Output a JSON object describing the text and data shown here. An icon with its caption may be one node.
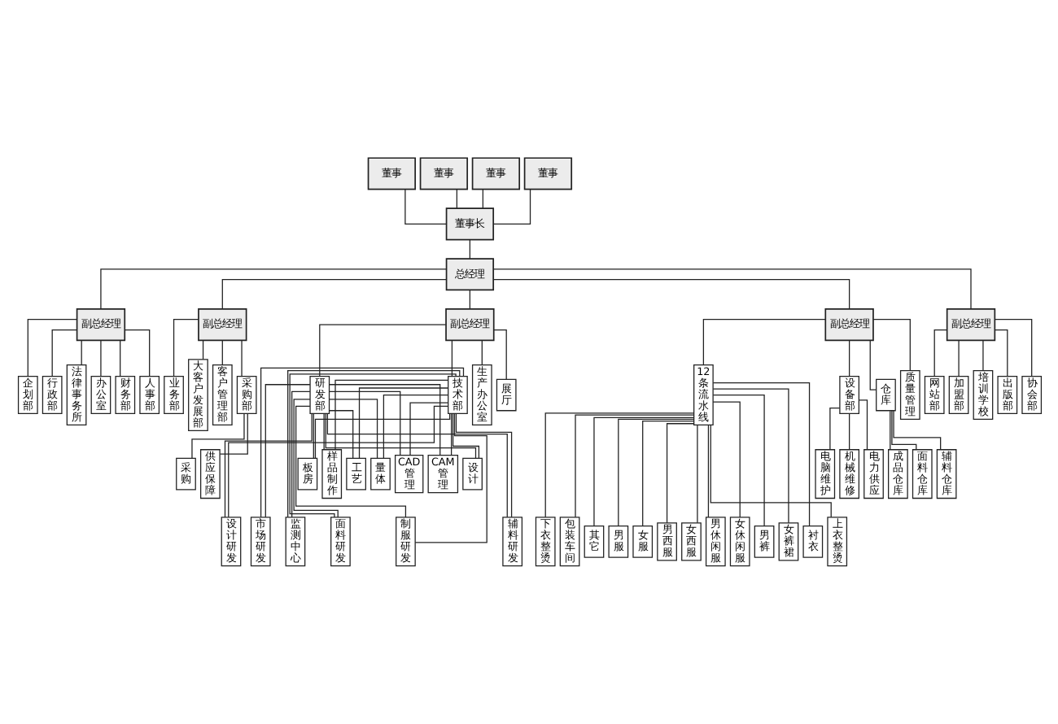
{
  "diagram": {
    "nodes": [
      {
        "text": [
          "董事"
        ]
      },
      {
        "text": [
          "董事"
        ]
      },
      {
        "text": [
          "董事"
        ]
      },
      {
        "text": [
          "董事"
        ]
      },
      {
        "text": [
          "董事长"
        ]
      },
      {
        "text": [
          "总经理"
        ]
      },
      {
        "text": [
          "副总经理"
        ]
      },
      {
        "text": [
          "副总经理"
        ]
      },
      {
        "text": [
          "副总经理"
        ]
      },
      {
        "text": [
          "副总经理"
        ]
      },
      {
        "text": [
          "副总经理"
        ]
      },
      {
        "text": [
          "办公室"
        ]
      },
      {
        "text": [
          "财务部"
        ]
      },
      {
        "text": [
          "人事部"
        ]
      },
      {
        "text": [
          "企划部"
        ]
      },
      {
        "text": [
          "行政部"
        ]
      },
      {
        "text": [
          "法律事务所"
        ]
      },
      {
        "text": [
          "采购部"
        ]
      },
      {
        "text": [
          "业务部"
        ]
      },
      {
        "text": [
          "大客户发展部"
        ]
      },
      {
        "text": [
          "客户管理部"
        ]
      },
      {
        "text": [
          "展厅"
        ]
      },
      {
        "text": [
          "技术部"
        ]
      },
      {
        "text": [
          "研发部"
        ]
      },
      {
        "text": [
          "生产办公室"
        ]
      },
      {
        "text": [
          "质量管理"
        ]
      },
      {
        "text": [
          "12条流水线"
        ]
      },
      {
        "text": [
          "设备部"
        ]
      },
      {
        "text": [
          "仓库"
        ]
      },
      {
        "text": [
          "加盟部"
        ]
      },
      {
        "text": [
          "培训学校"
        ]
      },
      {
        "text": [
          "出版部"
        ]
      },
      {
        "text": [
          "协会部"
        ]
      },
      {
        "text": [
          "网站部"
        ]
      },
      {
        "text": [
          "采购"
        ]
      },
      {
        "text": [
          "供应保障"
        ]
      },
      {
        "text": [
          "设计"
        ]
      },
      {
        "text": [
          "板房"
        ]
      },
      {
        "text": [
          "样品制作"
        ]
      },
      {
        "text": [
          "工艺"
        ]
      },
      {
        "text": [
          "量体"
        ]
      },
      {
        "text": [
          "CAD管理"
        ]
      },
      {
        "text": [
          "CAM管理"
        ]
      },
      {
        "text": [
          "机械维修"
        ]
      },
      {
        "text": [
          "电力供应"
        ]
      },
      {
        "text": [
          "电脑维护"
        ]
      },
      {
        "text": [
          "面料仓库"
        ]
      },
      {
        "text": [
          "辅料仓库"
        ]
      },
      {
        "text": [
          "成品仓库"
        ]
      },
      {
        "text": [
          "面料研发"
        ]
      },
      {
        "text": [
          "辅料研发"
        ]
      },
      {
        "text": [
          "设计研发"
        ]
      },
      {
        "text": [
          "制服研发"
        ]
      },
      {
        "text": [
          "市场研发"
        ]
      },
      {
        "text": [
          "监测中心"
        ]
      },
      {
        "text": [
          "男服"
        ]
      },
      {
        "text": [
          "女服"
        ]
      },
      {
        "text": [
          "男西服"
        ]
      },
      {
        "text": [
          "女西服"
        ]
      },
      {
        "text": [
          "男休闲服"
        ]
      },
      {
        "text": [
          "女休闲服"
        ]
      },
      {
        "text": [
          "男裤"
        ]
      },
      {
        "text": [
          "女裤裙"
        ]
      },
      {
        "text": [
          "衬衣"
        ]
      },
      {
        "text": [
          "上衣整烫"
        ]
      },
      {
        "text": [
          "下衣整烫"
        ]
      },
      {
        "text": [
          "包装车间"
        ]
      },
      {
        "text": [
          "其它"
        ]
      }
    ],
    "edges": [
      {
        "from": 0,
        "to": 4,
        "arrow": "none"
      },
      {
        "from": 1,
        "to": 4,
        "arrow": "none"
      },
      {
        "from": 2,
        "to": 4,
        "arrow": "none"
      },
      {
        "from": 3,
        "to": 4,
        "arrow": "none"
      },
      {
        "from": 4,
        "to": 5,
        "arrow": "none"
      },
      {
        "from": 5,
        "to": 6,
        "arrow": "none"
      },
      {
        "from": 5,
        "to": 7,
        "arrow": "none"
      },
      {
        "from": 5,
        "to": 8,
        "arrow": "none"
      },
      {
        "from": 5,
        "to": 9,
        "arrow": "none"
      },
      {
        "from": 5,
        "to": 10,
        "arrow": "none"
      },
      {
        "from": 6,
        "to": 11,
        "arrow": "none"
      },
      {
        "from": 6,
        "to": 12,
        "arrow": "none"
      },
      {
        "from": 6,
        "to": 13,
        "arrow": "none"
      },
      {
        "from": 6,
        "to": 14,
        "arrow": "none"
      },
      {
        "from": 6,
        "to": 15,
        "arrow": "none"
      },
      {
        "from": 6,
        "to": 16,
        "arrow": "none"
      },
      {
        "from": 7,
        "to": 17,
        "arrow": "none"
      },
      {
        "from": 7,
        "to": 18,
        "arrow": "none"
      },
      {
        "from": 7,
        "to": 19,
        "arrow": "none"
      },
      {
        "from": 7,
        "to": 20,
        "arrow": "none"
      },
      {
        "from": 8,
        "to": 21,
        "arrow": "none"
      },
      {
        "from": 8,
        "to": 22,
        "arrow": "none"
      },
      {
        "from": 8,
        "to": 23,
        "arrow": "none"
      },
      {
        "from": 8,
        "to": 24,
        "arrow": "none"
      },
      {
        "from": 9,
        "to": 25,
        "arrow": "none"
      },
      {
        "from": 9,
        "to": 26,
        "arrow": "none"
      },
      {
        "from": 9,
        "to": 27,
        "arrow": "none"
      },
      {
        "from": 9,
        "to": 28,
        "arrow": "none"
      },
      {
        "from": 10,
        "to": 29,
        "arrow": "none"
      },
      {
        "from": 10,
        "to": 30,
        "arrow": "none"
      },
      {
        "from": 10,
        "to": 31,
        "arrow": "none"
      },
      {
        "from": 10,
        "to": 32,
        "arrow": "none"
      },
      {
        "from": 10,
        "to": 33,
        "arrow": "none"
      },
      {
        "from": 17,
        "to": 34,
        "arrow": "none"
      },
      {
        "from": 17,
        "to": 35,
        "arrow": "none"
      },
      {
        "from": 22,
        "to": 36,
        "arrow": "none"
      },
      {
        "from": 22,
        "to": 37,
        "arrow": "none"
      },
      {
        "from": 22,
        "to": 38,
        "arrow": "none"
      },
      {
        "from": 22,
        "to": 39,
        "arrow": "none"
      },
      {
        "from": 22,
        "to": 40,
        "arrow": "none"
      },
      {
        "from": 22,
        "to": 41,
        "arrow": "none"
      },
      {
        "from": 22,
        "to": 42,
        "arrow": "none"
      },
      {
        "from": 23,
        "to": 36,
        "arrow": "none"
      },
      {
        "from": 23,
        "to": 37,
        "arrow": "none"
      },
      {
        "from": 23,
        "to": 38,
        "arrow": "none"
      },
      {
        "from": 23,
        "to": 39,
        "arrow": "none"
      },
      {
        "from": 23,
        "to": 40,
        "arrow": "none"
      },
      {
        "from": 23,
        "to": 41,
        "arrow": "none"
      },
      {
        "from": 23,
        "to": 42,
        "arrow": "none"
      },
      {
        "from": 22,
        "to": 49,
        "arrow": "none"
      },
      {
        "from": 22,
        "to": 50,
        "arrow": "none"
      },
      {
        "from": 22,
        "to": 51,
        "arrow": "none"
      },
      {
        "from": 22,
        "to": 52,
        "arrow": "none"
      },
      {
        "from": 22,
        "to": 53,
        "arrow": "none"
      },
      {
        "from": 22,
        "to": 54,
        "arrow": "none"
      },
      {
        "from": 23,
        "to": 49,
        "arrow": "none"
      },
      {
        "from": 23,
        "to": 50,
        "arrow": "none"
      },
      {
        "from": 23,
        "to": 51,
        "arrow": "none"
      },
      {
        "from": 23,
        "to": 52,
        "arrow": "none"
      },
      {
        "from": 23,
        "to": 53,
        "arrow": "none"
      },
      {
        "from": 23,
        "to": 54,
        "arrow": "none"
      },
      {
        "from": 27,
        "to": 43,
        "arrow": "none"
      },
      {
        "from": 27,
        "to": 44,
        "arrow": "none"
      },
      {
        "from": 27,
        "to": 45,
        "arrow": "none"
      },
      {
        "from": 28,
        "to": 46,
        "arrow": "none"
      },
      {
        "from": 28,
        "to": 47,
        "arrow": "none"
      },
      {
        "from": 28,
        "to": 48,
        "arrow": "none"
      },
      {
        "from": 26,
        "to": 55,
        "arrow": "none"
      },
      {
        "from": 26,
        "to": 56,
        "arrow": "none"
      },
      {
        "from": 26,
        "to": 57,
        "arrow": "none"
      },
      {
        "from": 26,
        "to": 58,
        "arrow": "none"
      },
      {
        "from": 26,
        "to": 59,
        "arrow": "none"
      },
      {
        "from": 26,
        "to": 60,
        "arrow": "none"
      },
      {
        "from": 26,
        "to": 61,
        "arrow": "none"
      },
      {
        "from": 26,
        "to": 62,
        "arrow": "none"
      },
      {
        "from": 26,
        "to": 63,
        "arrow": "none"
      },
      {
        "from": 26,
        "to": 64,
        "arrow": "none"
      },
      {
        "from": 26,
        "to": 65,
        "arrow": "none"
      },
      {
        "from": 26,
        "to": 66,
        "arrow": "none"
      },
      {
        "from": 26,
        "to": 67,
        "arrow": "none"
      }
    ]
  }
}
